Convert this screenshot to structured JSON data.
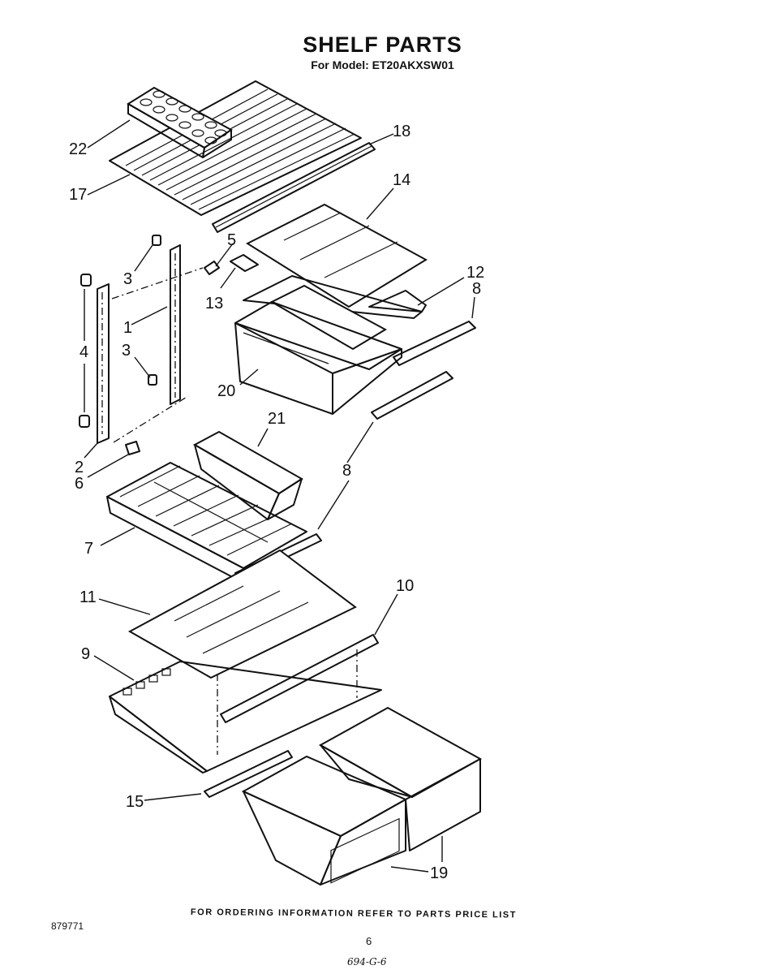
{
  "header": {
    "title": "SHELF PARTS",
    "subtitle": "For Model: ET20AKXSW01"
  },
  "callouts": {
    "c22": "22",
    "c17": "17",
    "c18": "18",
    "c14": "14",
    "c5": "5",
    "c3a": "3",
    "c3b": "3",
    "c13": "13",
    "c12": "12",
    "c8a": "8",
    "c8b": "8",
    "c1": "1",
    "c4": "4",
    "c20": "20",
    "c21": "21",
    "c2": "2",
    "c6": "6",
    "c7": "7",
    "c11": "11",
    "c10": "10",
    "c9": "9",
    "c15": "15",
    "c19": "19"
  },
  "footer": {
    "ordering_note": "FOR ORDERING INFORMATION REFER TO PARTS PRICE LIST",
    "document_number": "879771",
    "page_number": "6",
    "handwritten_code": "694-G-6"
  }
}
